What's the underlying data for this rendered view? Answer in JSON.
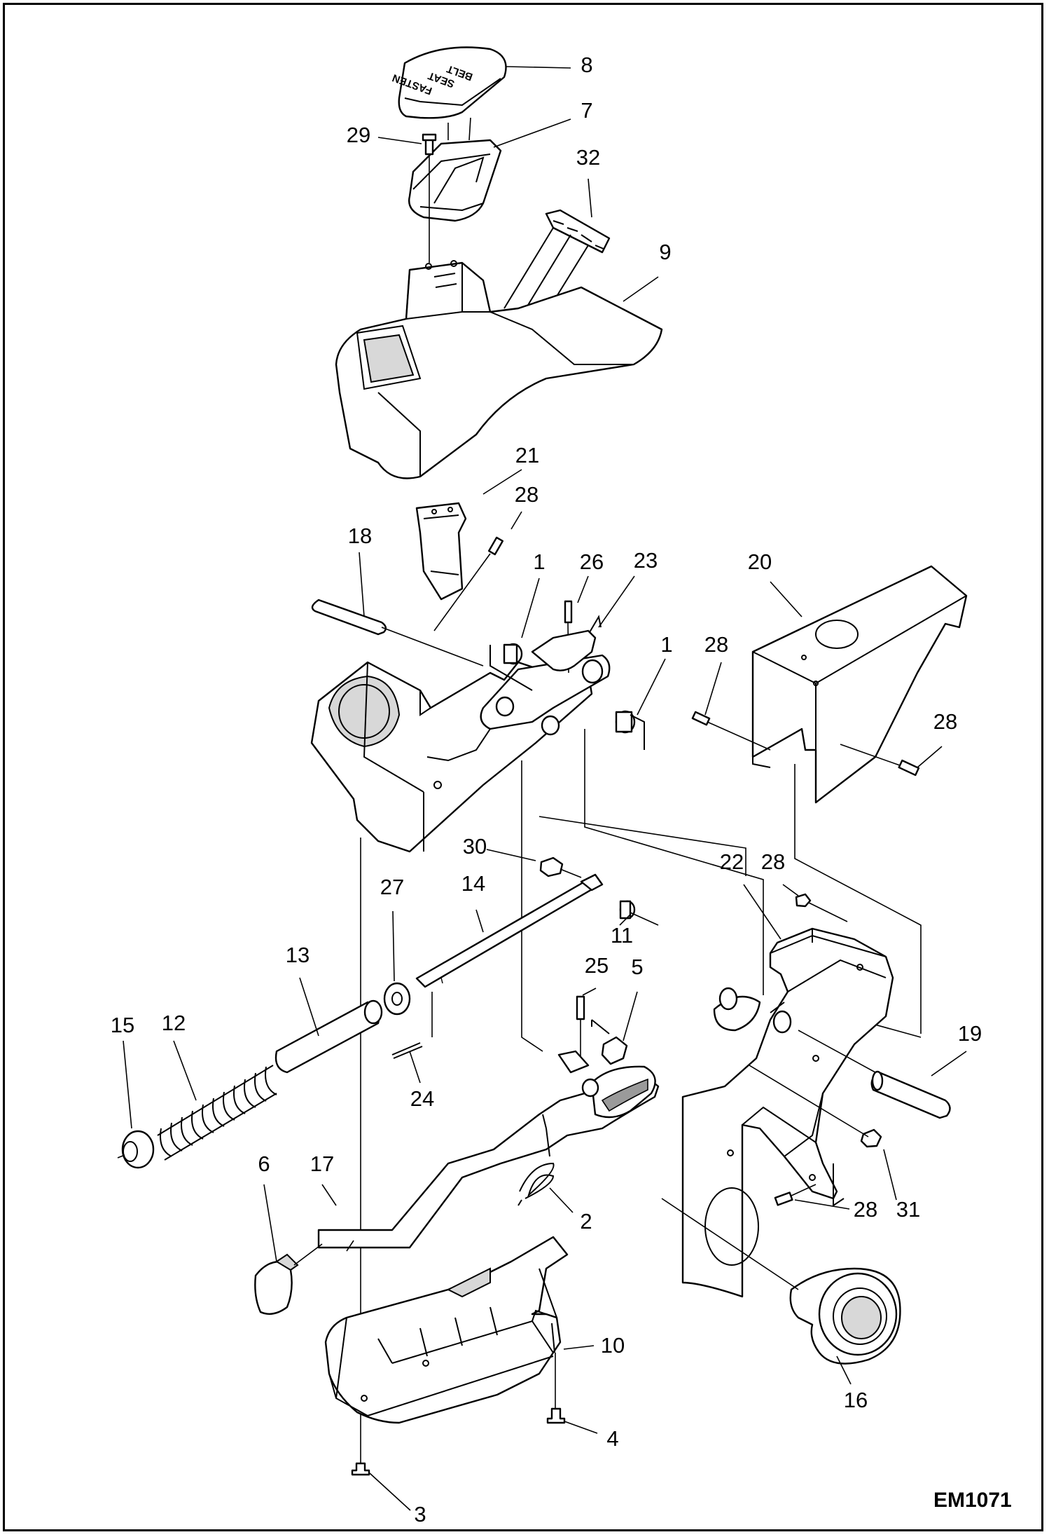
{
  "drawing_code": "EM1071",
  "knob_label": [
    "FASTEN",
    "SEAT",
    "BELT"
  ],
  "callouts": [
    {
      "id": "c8",
      "label": "8"
    },
    {
      "id": "c7",
      "label": "7"
    },
    {
      "id": "c29",
      "label": "29"
    },
    {
      "id": "c32",
      "label": "32"
    },
    {
      "id": "c9",
      "label": "9"
    },
    {
      "id": "c21",
      "label": "21"
    },
    {
      "id": "c28a",
      "label": "28"
    },
    {
      "id": "c18",
      "label": "18"
    },
    {
      "id": "c1a",
      "label": "1"
    },
    {
      "id": "c26",
      "label": "26"
    },
    {
      "id": "c23",
      "label": "23"
    },
    {
      "id": "c1b",
      "label": "1"
    },
    {
      "id": "c28b",
      "label": "28"
    },
    {
      "id": "c20",
      "label": "20"
    },
    {
      "id": "c28c",
      "label": "28"
    },
    {
      "id": "c30",
      "label": "30"
    },
    {
      "id": "c22",
      "label": "22"
    },
    {
      "id": "c28d",
      "label": "28"
    },
    {
      "id": "c27",
      "label": "27"
    },
    {
      "id": "c14",
      "label": "14"
    },
    {
      "id": "c11",
      "label": "11"
    },
    {
      "id": "c13",
      "label": "13"
    },
    {
      "id": "c25",
      "label": "25"
    },
    {
      "id": "c5",
      "label": "5"
    },
    {
      "id": "c15",
      "label": "15"
    },
    {
      "id": "c12",
      "label": "12"
    },
    {
      "id": "c19",
      "label": "19"
    },
    {
      "id": "c24",
      "label": "24"
    },
    {
      "id": "c6",
      "label": "6"
    },
    {
      "id": "c17",
      "label": "17"
    },
    {
      "id": "c2",
      "label": "2"
    },
    {
      "id": "c28e",
      "label": "28"
    },
    {
      "id": "c31",
      "label": "31"
    },
    {
      "id": "c10",
      "label": "10"
    },
    {
      "id": "c16",
      "label": "16"
    },
    {
      "id": "c4",
      "label": "4"
    },
    {
      "id": "c3",
      "label": "3"
    }
  ]
}
